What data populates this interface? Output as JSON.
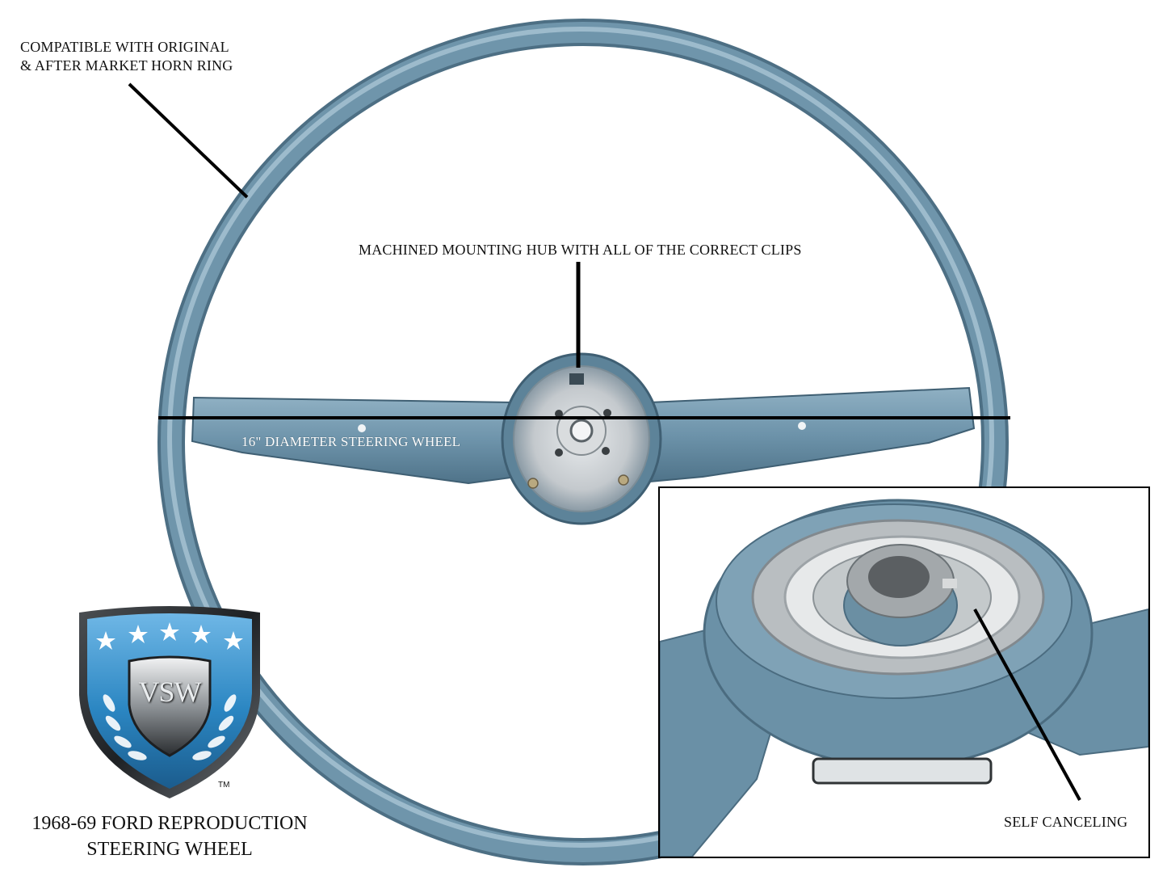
{
  "annotations": {
    "horn_ring_line1": "COMPATIBLE WITH ORIGINAL",
    "horn_ring_line2": "& AFTER MARKET HORN RING",
    "hub": "MACHINED MOUNTING HUB WITH ALL OF THE CORRECT CLIPS",
    "diameter": "16\" DIAMETER STEERING WHEEL",
    "self_canceling": "SELF CANCELING"
  },
  "logo": {
    "initials": "VSW",
    "trademark": "TM",
    "star_count": 5
  },
  "caption": {
    "line1": "1968-69 FORD REPRODUCTION",
    "line2": "STEERING WHEEL"
  },
  "colors": {
    "wheel_blue": "#6f95ab",
    "wheel_highlight": "#a9c4d4",
    "wheel_shadow": "#4d6f84",
    "hub_silver": "#c9cdd0",
    "shield_blue": "#2b86c2",
    "pointer_line": "#000000"
  }
}
